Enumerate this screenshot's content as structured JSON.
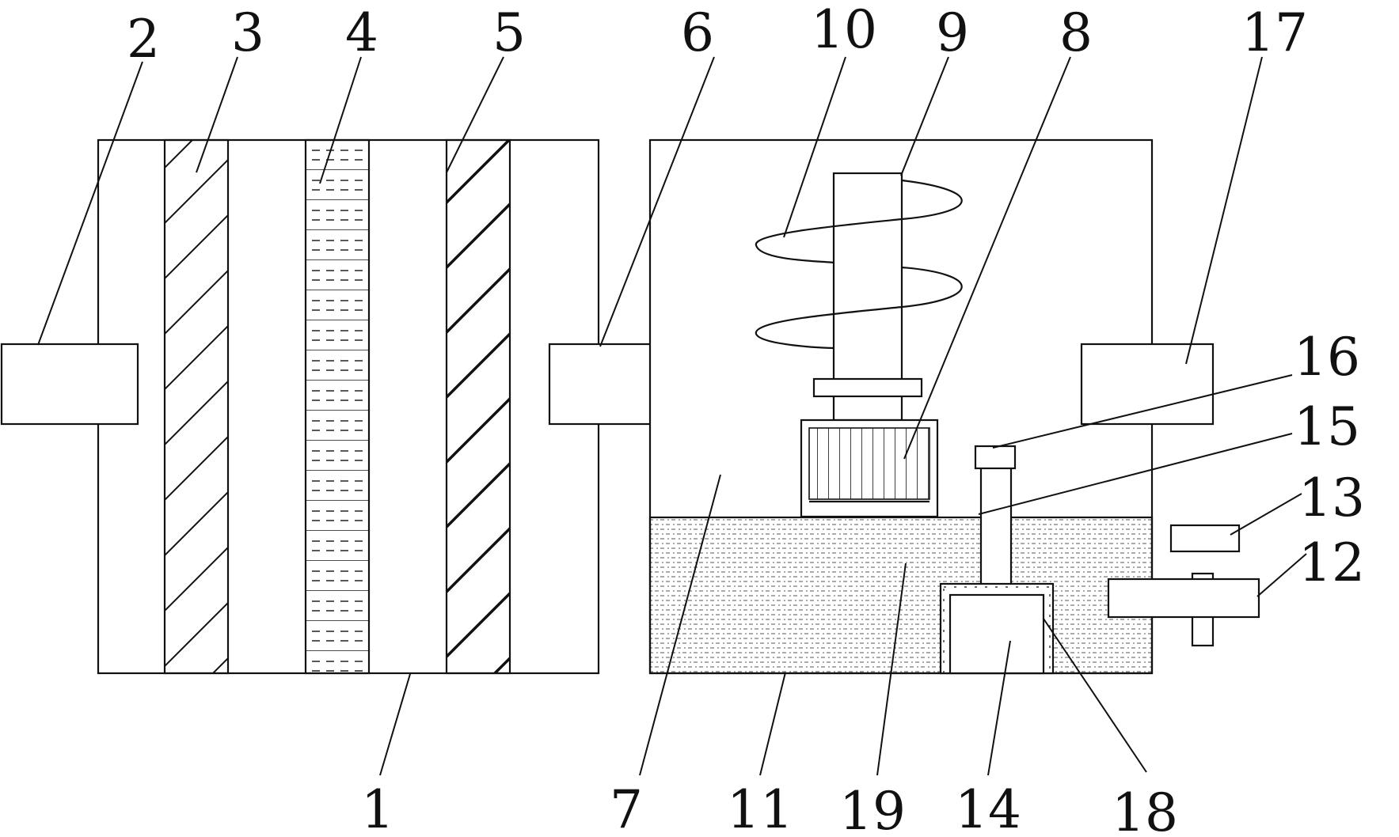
{
  "labels": {
    "l1": "1",
    "l2": "2",
    "l3": "3",
    "l4": "4",
    "l5": "5",
    "l6": "6",
    "l7": "7",
    "l8": "8",
    "l9": "9",
    "l10": "10",
    "l11": "11",
    "l12": "12",
    "l13": "13",
    "l14": "14",
    "l15": "15",
    "l16": "16",
    "l17": "17",
    "l18": "18",
    "l19": "19"
  },
  "colors": {
    "line": "#111111",
    "background": "#ffffff",
    "liquid_dots": "#444444"
  }
}
